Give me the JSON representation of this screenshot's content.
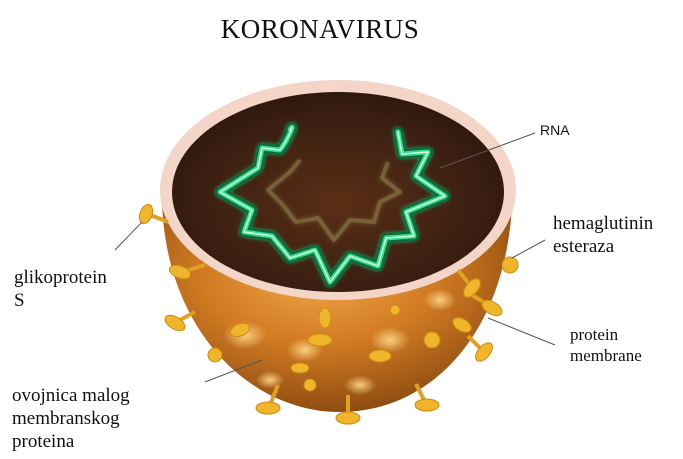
{
  "title": "KORONAVIRUS",
  "labels": {
    "rna": "RNA",
    "hemaglutinin_line1": "hemaglutinin",
    "hemaglutinin_line2": "esteraza",
    "glikoprotein_line1": "glikoprotein",
    "glikoprotein_line2": "S",
    "protein_membrane_line1": "protein",
    "protein_membrane_line2": "membrane",
    "ovojnica_line1": "ovojnica malog",
    "ovojnica_line2": "membranskog",
    "ovojnica_line3": "proteina"
  },
  "colors": {
    "shell_outer": "#c8761d",
    "shell_dark": "#7a3e0c",
    "rim": "#f3d6c7",
    "interior": "#3b1f12",
    "rna_glow": "#2fe08a",
    "spike": "#f0b52a",
    "leader_line": "#555555"
  }
}
